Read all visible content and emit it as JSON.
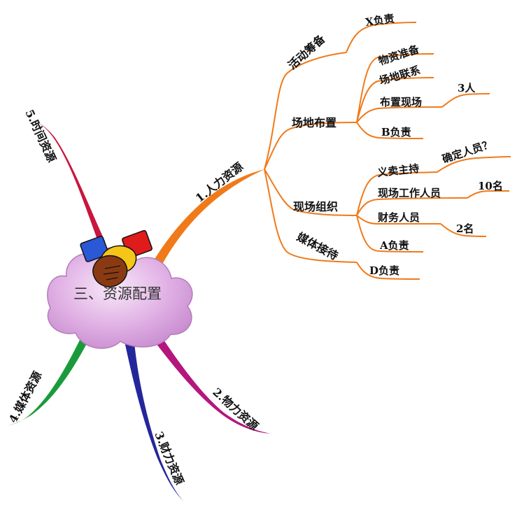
{
  "center": {
    "title": "三、资源配置"
  },
  "branches": {
    "human": {
      "label": "1.人力资源",
      "color": "#f07a1a",
      "children": {
        "activity": {
          "label": "活动筹备",
          "child": "X负责"
        },
        "venue": {
          "label": "场地布置",
          "children": [
            "物资准备",
            "场地联系",
            "布置现场",
            "B负责"
          ],
          "setup_count": "3人"
        },
        "onsite": {
          "label": "现场组织",
          "children": [
            "义卖主持",
            "现场工作人员",
            "财务人员",
            "A负责"
          ],
          "host_note": "确定人员？",
          "staff_count": "10名",
          "finance_count": "2名"
        },
        "media": {
          "label": "媒体接待",
          "child": "D负责"
        }
      }
    },
    "material": {
      "label": "2.物力资源",
      "color": "#b5167d"
    },
    "finance": {
      "label": "3.财力资源",
      "color": "#24279a"
    },
    "media": {
      "label": "4.媒体资源",
      "color": "#1a9b3b"
    },
    "time": {
      "label": "5.时间资源",
      "color": "#c8163e"
    }
  },
  "icons": {
    "center_icon": "handshake-icon"
  }
}
